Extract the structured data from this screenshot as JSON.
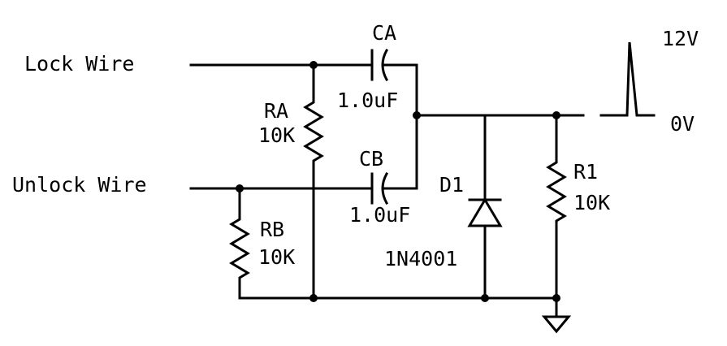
{
  "inputs": {
    "lock_wire": "Lock Wire",
    "unlock_wire": "Unlock Wire"
  },
  "components": {
    "ca": {
      "ref": "CA",
      "value": "1.0uF"
    },
    "cb": {
      "ref": "CB",
      "value": "1.0uF"
    },
    "ra": {
      "ref": "RA",
      "value": "10K"
    },
    "rb": {
      "ref": "RB",
      "value": "10K"
    },
    "r1": {
      "ref": "R1",
      "value": "10K"
    },
    "d1": {
      "ref": "D1",
      "value": "1N4001"
    }
  },
  "output_pulse": {
    "high_label": "12V",
    "low_label": "0V"
  }
}
